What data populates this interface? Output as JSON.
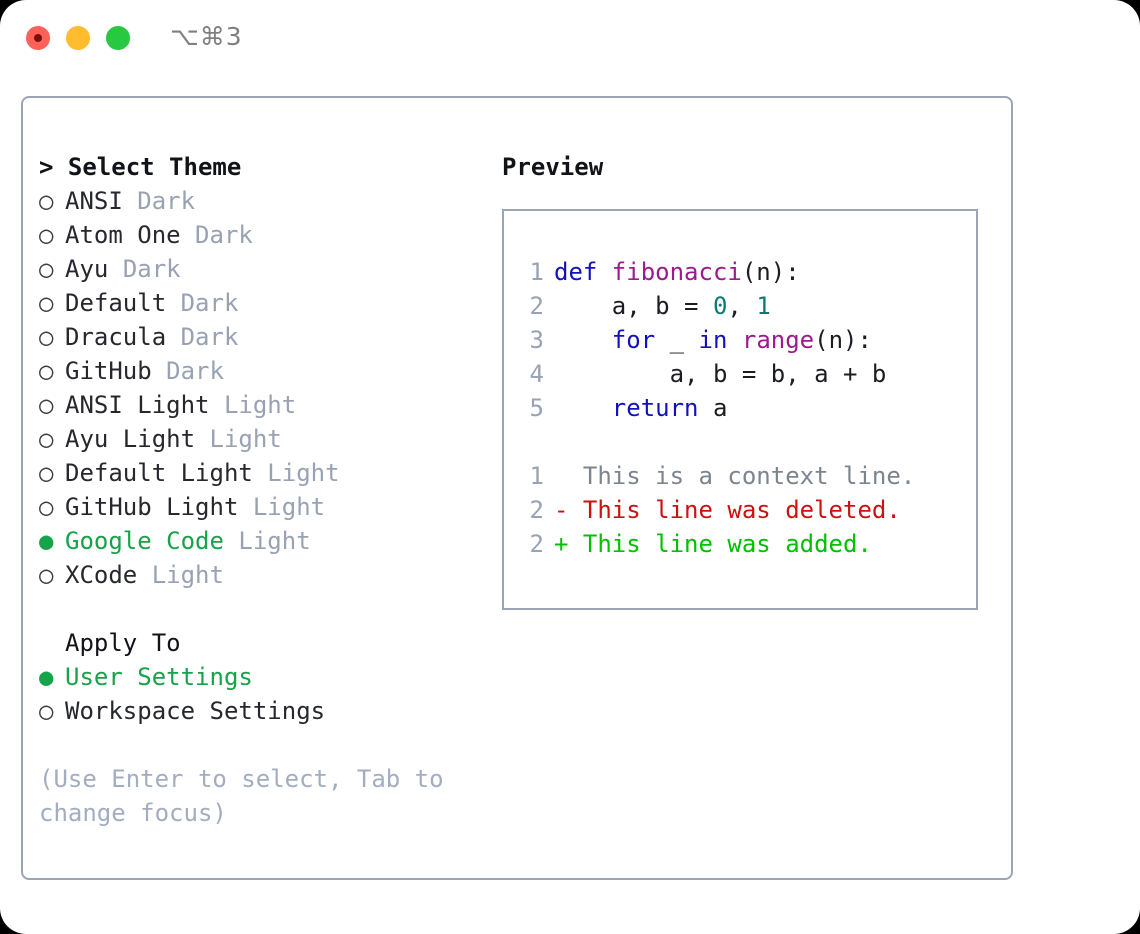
{
  "titlebar": {
    "shortcut": "⌥⌘3",
    "buttons": [
      "close",
      "minimize",
      "maximize"
    ],
    "colors": {
      "close": "#ff6058",
      "minimize": "#ffbd2e",
      "maximize": "#28c840"
    }
  },
  "theme_picker": {
    "heading": "> Select Theme",
    "bullet_unselected": "○",
    "bullet_selected": "●",
    "accent_color": "#16a34a",
    "items": [
      {
        "bullet": "○",
        "name": "ANSI",
        "kind": "Dark",
        "selected": false
      },
      {
        "bullet": "○",
        "name": "Atom One",
        "kind": "Dark",
        "selected": false
      },
      {
        "bullet": "○",
        "name": "Ayu",
        "kind": "Dark",
        "selected": false
      },
      {
        "bullet": "○",
        "name": "Default",
        "kind": "Dark",
        "selected": false
      },
      {
        "bullet": "○",
        "name": "Dracula",
        "kind": "Dark",
        "selected": false
      },
      {
        "bullet": "○",
        "name": "GitHub",
        "kind": "Dark",
        "selected": false
      },
      {
        "bullet": "○",
        "name": "ANSI Light",
        "kind": "Light",
        "selected": false
      },
      {
        "bullet": "○",
        "name": "Ayu Light",
        "kind": "Light",
        "selected": false
      },
      {
        "bullet": "○",
        "name": "Default Light",
        "kind": "Light",
        "selected": false
      },
      {
        "bullet": "○",
        "name": "GitHub Light",
        "kind": "Light",
        "selected": false
      },
      {
        "bullet": "●",
        "name": "Google Code",
        "kind": "Light",
        "selected": true
      },
      {
        "bullet": "○",
        "name": "XCode",
        "kind": "Light",
        "selected": false
      }
    ]
  },
  "apply_to": {
    "heading": "Apply To",
    "items": [
      {
        "bullet": "●",
        "name": "User Settings",
        "selected": true
      },
      {
        "bullet": "○",
        "name": "Workspace Settings",
        "selected": false
      }
    ]
  },
  "hint": "(Use Enter to select, Tab to\nchange focus)",
  "preview": {
    "title": "Preview",
    "code_lines": [
      {
        "number": "1",
        "tokens": [
          {
            "text": "def ",
            "type": "kw"
          },
          {
            "text": "fibonacci",
            "type": "fn"
          },
          {
            "text": "(n):",
            "type": "punc"
          }
        ]
      },
      {
        "number": "2",
        "tokens": [
          {
            "text": "    a, b = ",
            "type": "txt"
          },
          {
            "text": "0",
            "type": "num"
          },
          {
            "text": ", ",
            "type": "txt"
          },
          {
            "text": "1",
            "type": "num"
          }
        ]
      },
      {
        "number": "3",
        "tokens": [
          {
            "text": "    ",
            "type": "txt"
          },
          {
            "text": "for",
            "type": "kw"
          },
          {
            "text": " _ ",
            "type": "txt"
          },
          {
            "text": "in",
            "type": "kw"
          },
          {
            "text": " ",
            "type": "txt"
          },
          {
            "text": "range",
            "type": "fn"
          },
          {
            "text": "(n):",
            "type": "punc"
          }
        ]
      },
      {
        "number": "4",
        "tokens": [
          {
            "text": "        a, b = b, a + b",
            "type": "txt"
          }
        ]
      },
      {
        "number": "5",
        "tokens": [
          {
            "text": "    ",
            "type": "txt"
          },
          {
            "text": "return",
            "type": "kw"
          },
          {
            "text": " a",
            "type": "txt"
          }
        ]
      }
    ],
    "diff_lines": [
      {
        "number": "1",
        "marker": "  ",
        "text": "This is a context line.",
        "type": "context"
      },
      {
        "number": "2",
        "marker": "- ",
        "text": "This line was deleted.",
        "type": "deleted"
      },
      {
        "number": "2",
        "marker": "+ ",
        "text": "This line was added.",
        "type": "added"
      }
    ],
    "diff_colors": {
      "context": "#7c848f",
      "deleted": "#cc1111",
      "added": "#00c000"
    }
  }
}
